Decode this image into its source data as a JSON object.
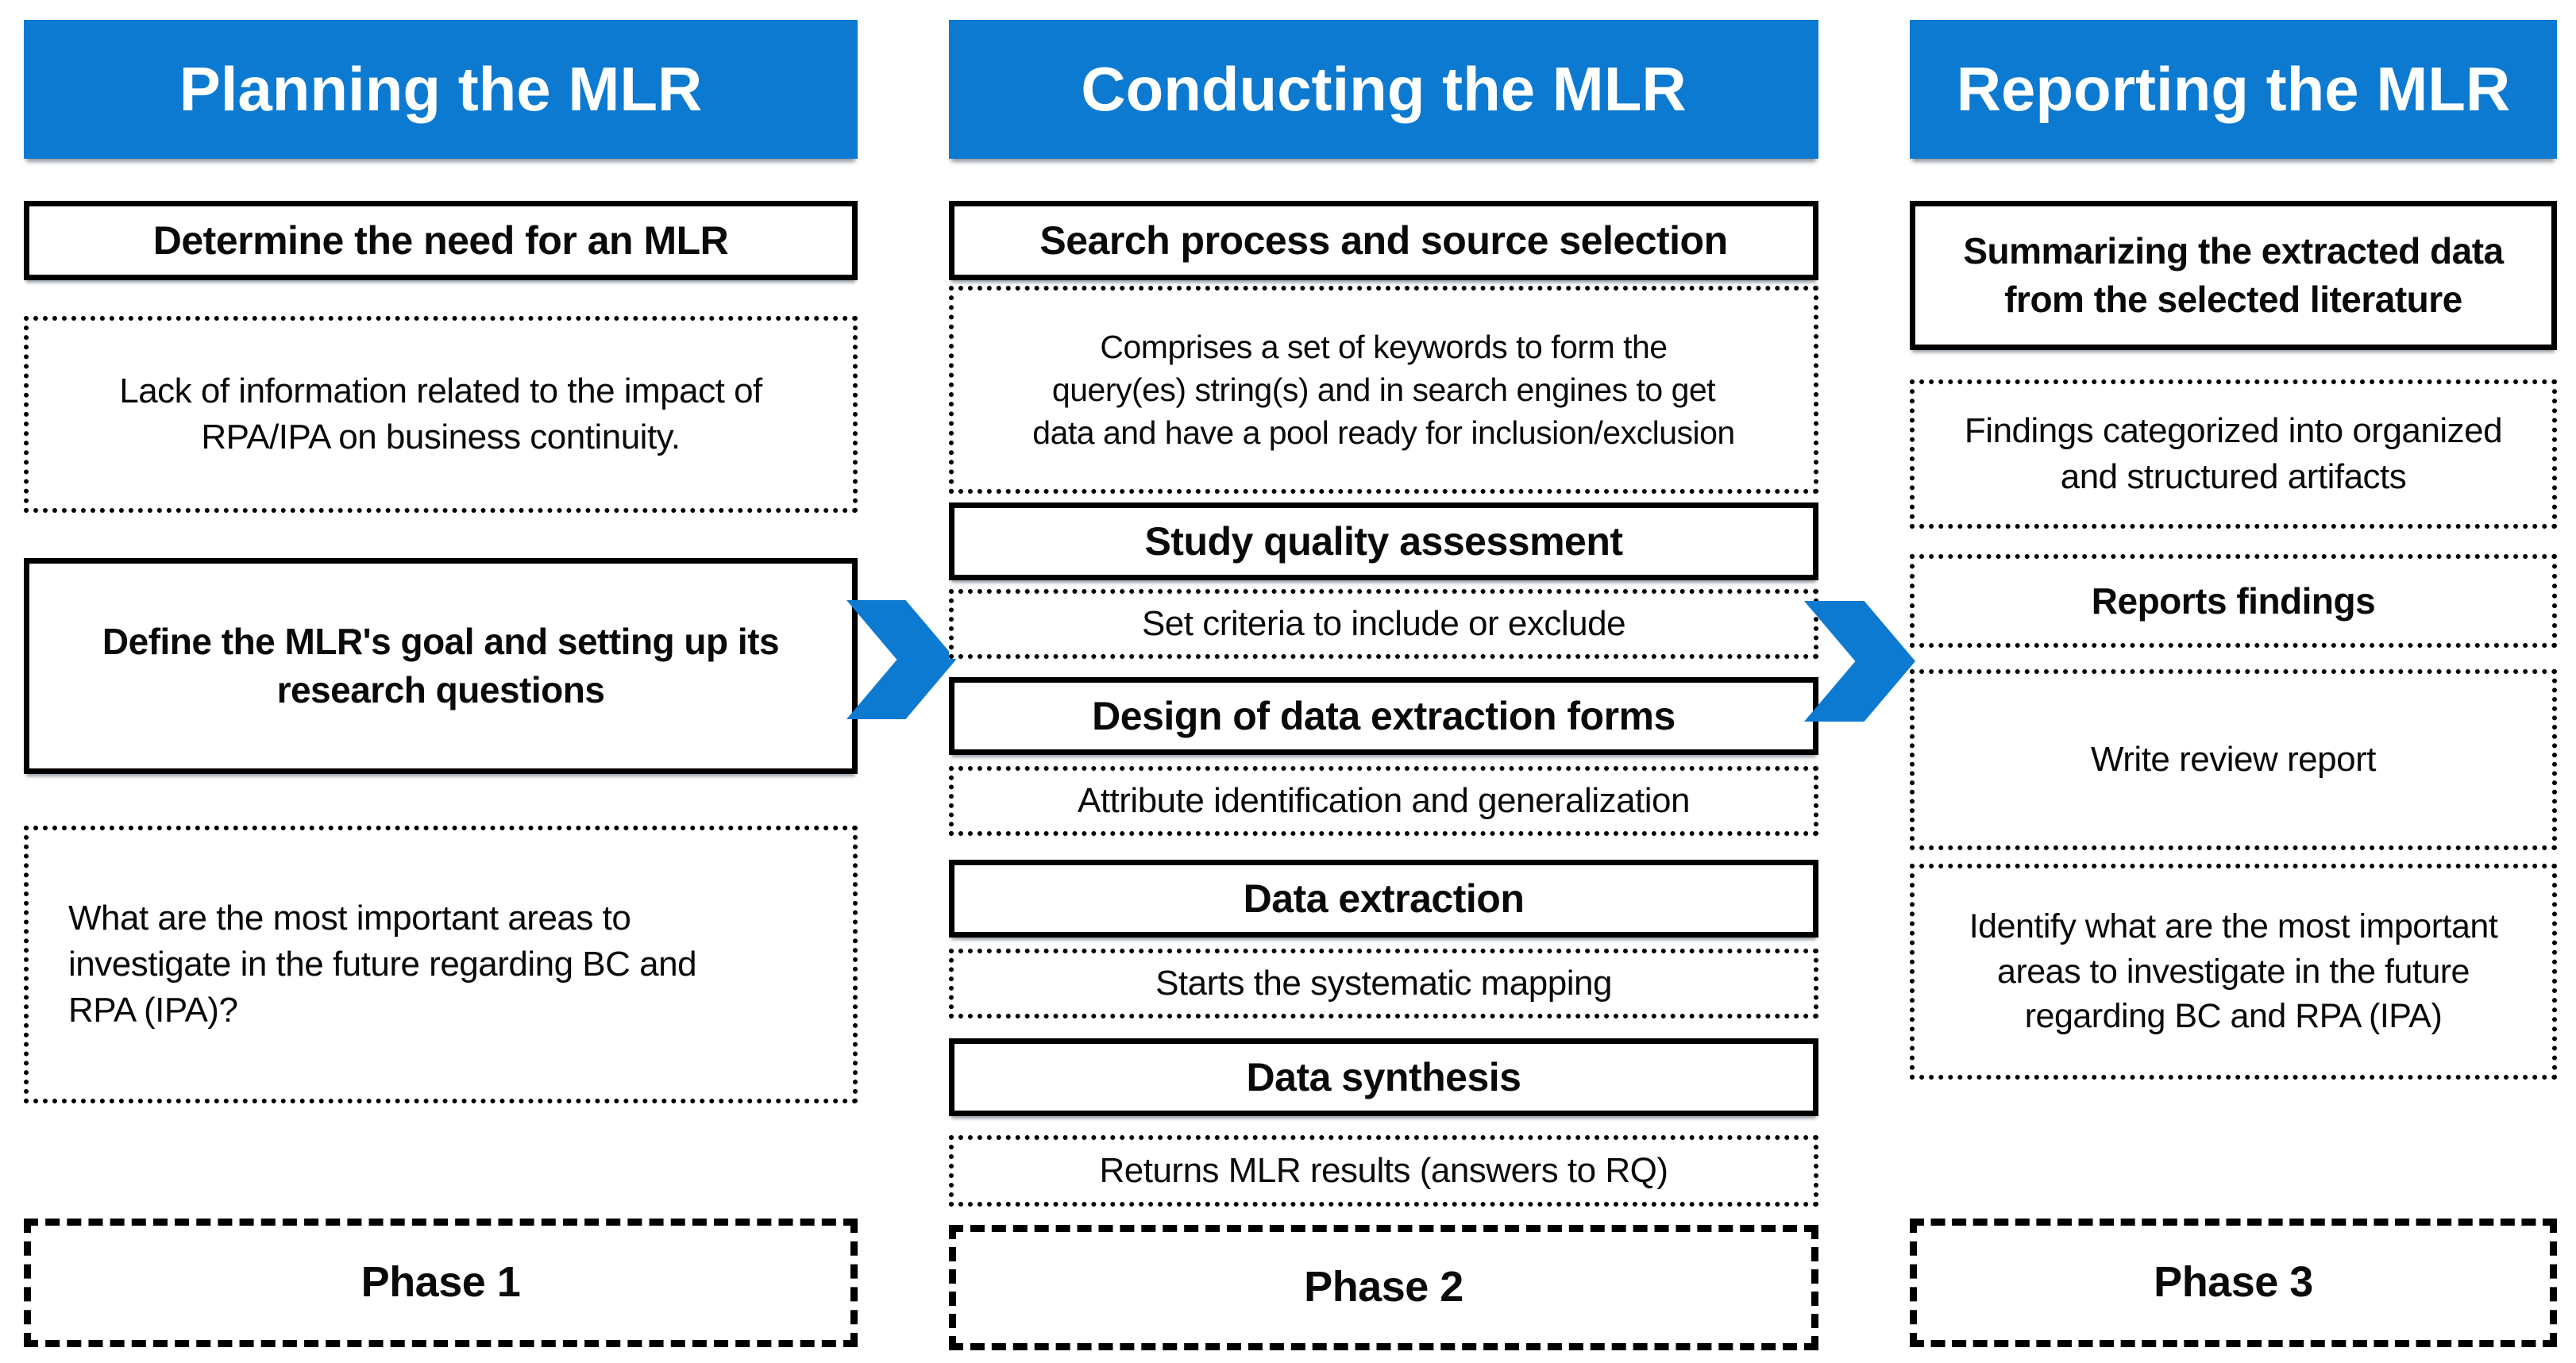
{
  "colors": {
    "header_bg": "#0d7ad1",
    "header_text": "#ffffff",
    "arrow": "#0d7ad1",
    "box_border": "#000000",
    "box_text": "#0a0a0a",
    "background": "#ffffff"
  },
  "columns": [
    {
      "header": "Planning the MLR",
      "phase": "Phase 1",
      "boxes": [
        {
          "text": "Determine the need for an MLR",
          "border": "solid",
          "emphasis": "bold"
        },
        {
          "text": "Lack of information related to the impact of\nRPA/IPA on business continuity.",
          "border": "dotted",
          "emphasis": "regular"
        },
        {
          "text": "Define the MLR's goal and setting up its\nresearch questions",
          "border": "solid",
          "emphasis": "bold"
        },
        {
          "text": "What are the most important areas to\ninvestigate in the future regarding BC and\nRPA (IPA)?",
          "border": "dotted",
          "emphasis": "regular"
        }
      ]
    },
    {
      "header": "Conducting the MLR",
      "phase": "Phase 2",
      "boxes": [
        {
          "text": "Search process and source selection",
          "border": "solid",
          "emphasis": "bold"
        },
        {
          "text": "Comprises a set of keywords to form the\nquery(es) string(s) and in search engines to get\ndata and have a pool ready for inclusion/exclusion",
          "border": "dotted",
          "emphasis": "regular"
        },
        {
          "text": "Study quality assessment",
          "border": "solid",
          "emphasis": "bold"
        },
        {
          "text": "Set criteria to include or exclude",
          "border": "dotted",
          "emphasis": "regular"
        },
        {
          "text": "Design of data extraction forms",
          "border": "solid",
          "emphasis": "bold"
        },
        {
          "text": "Attribute identification and generalization",
          "border": "dotted",
          "emphasis": "regular"
        },
        {
          "text": "Data extraction",
          "border": "solid",
          "emphasis": "bold"
        },
        {
          "text": "Starts the systematic mapping",
          "border": "dotted",
          "emphasis": "regular"
        },
        {
          "text": "Data synthesis",
          "border": "solid",
          "emphasis": "bold"
        },
        {
          "text": "Returns MLR results (answers to RQ)",
          "border": "dotted",
          "emphasis": "regular"
        }
      ]
    },
    {
      "header": "Reporting the MLR",
      "phase": "Phase 3",
      "boxes": [
        {
          "text": "Summarizing the extracted data\nfrom the selected literature",
          "border": "solid",
          "emphasis": "bold"
        },
        {
          "text": "Findings categorized into organized\nand structured artifacts",
          "border": "dotted",
          "emphasis": "regular"
        },
        {
          "text": "Reports findings",
          "border": "dotted",
          "emphasis": "bold"
        },
        {
          "text": "Write review report",
          "border": "dotted",
          "emphasis": "regular"
        },
        {
          "text": "Identify what are the most important\nareas to investigate in the future\nregarding BC and RPA (IPA)",
          "border": "dotted",
          "emphasis": "regular"
        }
      ]
    }
  ],
  "arrows": [
    {
      "name": "planning-to-conducting",
      "shape": "chevron-right"
    },
    {
      "name": "conducting-to-reporting",
      "shape": "chevron-right"
    }
  ]
}
